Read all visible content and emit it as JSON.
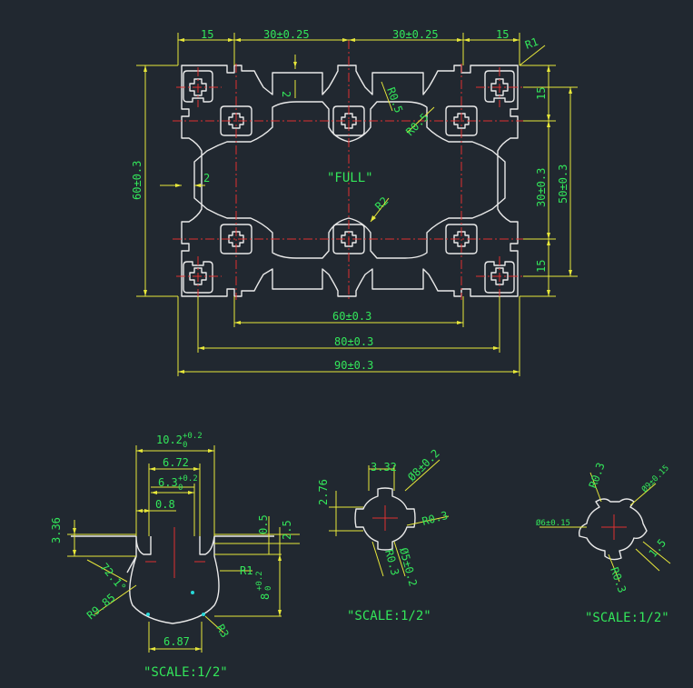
{
  "main_view": {
    "label": "\"FULL\"",
    "dim_15_tl": "15",
    "dim_30_a": "30±0.25",
    "dim_30_b": "30±0.25",
    "dim_15_tr": "15",
    "dim_r1": "R1",
    "dim_r05_a": "R0.5",
    "dim_r05_b": "R0.5",
    "dim_r2": "R2",
    "dim_2_top": "2",
    "dim_2_left": "2",
    "dim_60_h": "60±0.3",
    "dim_60_w": "60±0.3",
    "dim_80_w": "80±0.3",
    "dim_90_w": "90±0.3",
    "dim_15_r1": "15",
    "dim_30_r": "30±0.3",
    "dim_50_r": "50±0.3",
    "dim_15_r2": "15"
  },
  "slot_detail": {
    "dim_102": "10.2",
    "dim_102_tol_top": "+0.2",
    "dim_102_tol_bot": "0",
    "dim_672": "6.72",
    "dim_63": "6.3",
    "dim_63_tol_top": "+0.2",
    "dim_63_tol_bot": "0",
    "dim_08": "0.8",
    "dim_336": "3.36",
    "dim_05": "0.5",
    "dim_25": "2.5",
    "dim_angle": "72.1°",
    "dim_r1": "R1",
    "dim_8": "8",
    "dim_8_tol_top": "+0.2",
    "dim_8_tol_bot": "0",
    "dim_r985": "R9.85",
    "dim_r3": "R3",
    "dim_687": "6.87",
    "scale": "\"SCALE:1/2\""
  },
  "core_detail_1": {
    "dim_332": "3.32",
    "dim_phi8": "Ø8±0.2",
    "dim_276": "2.76",
    "dim_r03_a": "R0.3",
    "dim_r03_b": "R0.3",
    "dim_phi5": "Ø5±0.2",
    "scale": "\"SCALE:1/2\""
  },
  "core_detail_2": {
    "dim_r03_a": "R0.3",
    "dim_phi9": "Ø9±0.15",
    "dim_phi6": "Ø6±0.15",
    "dim_r03_b": "R0.3",
    "dim_15": "1.5",
    "scale": "\"SCALE:1/2\""
  }
}
